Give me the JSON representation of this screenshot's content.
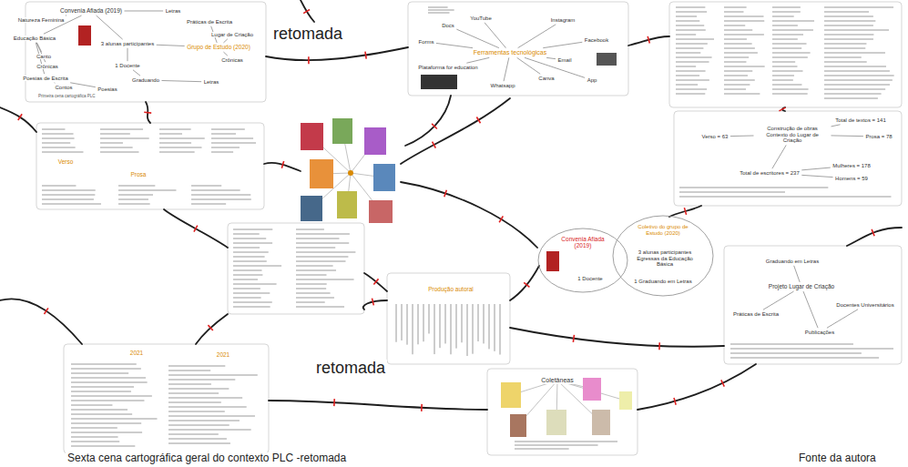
{
  "diagram": {
    "caption": "Sexta cena cartográfica geral do contexto PLC -retomada",
    "nodes": [
      {
        "text": [
          "Convenia Afiada (2019)"
        ]
      },
      {
        "text": [
          "Natureza Feminina"
        ]
      },
      {
        "text": [
          "Letras"
        ]
      },
      {
        "text": [
          "Educação Básica"
        ]
      },
      {
        "text": [
          "Canto"
        ]
      },
      {
        "text": [
          "Crônicas"
        ]
      },
      {
        "text": [
          "Poesias de Escrita"
        ]
      },
      {
        "text": [
          "Contos"
        ]
      },
      {
        "text": [
          "Poesias"
        ]
      },
      {
        "text": [
          "3 alunas participantes"
        ]
      },
      {
        "text": [
          "1 Docente"
        ]
      },
      {
        "text": [
          "Graduando"
        ]
      },
      {
        "text": [
          "Grupo de Estudo (2020)"
        ]
      },
      {
        "text": [
          "Práticas de Escrita"
        ]
      },
      {
        "text": [
          "Lugar de Criação"
        ]
      },
      {
        "text": [
          "Crônicas"
        ]
      },
      {
        "text": [
          "Letras"
        ]
      },
      {
        "text": [
          "Ferramentas tecnológicas"
        ]
      },
      {
        "text": [
          "Docs"
        ]
      },
      {
        "text": [
          "Forms"
        ]
      },
      {
        "text": [
          "Plataforma for education"
        ]
      },
      {
        "text": [
          "YouTube"
        ]
      },
      {
        "text": [
          "Instagram"
        ]
      },
      {
        "text": [
          "Facebook"
        ]
      },
      {
        "text": [
          "Email"
        ]
      },
      {
        "text": [
          "Whatsapp"
        ]
      },
      {
        "text": [
          "Canva"
        ]
      },
      {
        "text": [
          "App"
        ]
      },
      {
        "text": [
          "Convenia Afiada (2019)"
        ]
      },
      {
        "text": [
          "1 Docente"
        ],
        "in": 28
      },
      {
        "text": [
          "Coletivo do grupo de Estudo (2020)"
        ]
      },
      {
        "text": [
          "3 alunas participantes Egressas da Educação Básica"
        ],
        "in": 30
      },
      {
        "text": [
          "1 Graduando em Letras"
        ],
        "in": 30
      },
      {
        "text": [
          "Construção de obras Contexto do Lugar de Criação"
        ]
      },
      {
        "text": [
          "Total de textos = 141"
        ]
      },
      {
        "text": [
          "Prosa = 78"
        ]
      },
      {
        "text": [
          "Verso = 63"
        ]
      },
      {
        "text": [
          "Total de escritores = 237"
        ]
      },
      {
        "text": [
          "Mulheres = 178"
        ]
      },
      {
        "text": [
          "Homens = 59"
        ]
      },
      {
        "text": [
          "Produção autoral"
        ]
      },
      {
        "text": [
          "Publicações"
        ]
      },
      {
        "text": [
          "Projeto Lugar de Criação"
        ]
      },
      {
        "text": [
          "Graduando em Letras"
        ]
      },
      {
        "text": [
          "Práticas de Escrita"
        ]
      },
      {
        "text": [
          "Docentes Universitários"
        ]
      },
      {
        "text": [
          "Coletâneas"
        ]
      },
      {
        "text": [
          "2021"
        ]
      },
      {
        "text": [
          "2021"
        ]
      },
      {
        "text": [
          "Verso"
        ]
      },
      {
        "text": [
          "Prosa"
        ]
      }
    ],
    "edges": [
      {
        "from": 9,
        "to": 0,
        "arrow": "none"
      },
      {
        "from": 9,
        "to": 12,
        "arrow": "none"
      },
      {
        "from": 9,
        "to": 10,
        "arrow": "none"
      },
      {
        "from": 10,
        "to": 11,
        "arrow": "none"
      },
      {
        "from": 11,
        "to": 16,
        "arrow": "none"
      },
      {
        "from": 0,
        "to": 1,
        "arrow": "none"
      },
      {
        "from": 0,
        "to": 2,
        "arrow": "none"
      },
      {
        "from": 0,
        "to": 3,
        "arrow": "none"
      },
      {
        "from": 3,
        "to": 4,
        "arrow": "none"
      },
      {
        "from": 3,
        "to": 5,
        "arrow": "none"
      },
      {
        "from": 3,
        "to": 6,
        "arrow": "none"
      },
      {
        "from": 6,
        "to": 7,
        "arrow": "none"
      },
      {
        "from": 6,
        "to": 8,
        "arrow": "none"
      },
      {
        "from": 12,
        "to": 13,
        "arrow": "none"
      },
      {
        "from": 12,
        "to": 14,
        "arrow": "none"
      },
      {
        "from": 12,
        "to": 15,
        "arrow": "none"
      },
      {
        "from": 17,
        "to": 18,
        "arrow": "none"
      },
      {
        "from": 17,
        "to": 19,
        "arrow": "none"
      },
      {
        "from": 17,
        "to": 20,
        "arrow": "none"
      },
      {
        "from": 17,
        "to": 21,
        "arrow": "none"
      },
      {
        "from": 17,
        "to": 22,
        "arrow": "none"
      },
      {
        "from": 17,
        "to": 23,
        "arrow": "none"
      },
      {
        "from": 17,
        "to": 24,
        "arrow": "none"
      },
      {
        "from": 17,
        "to": 25,
        "arrow": "none"
      },
      {
        "from": 17,
        "to": 26,
        "arrow": "none"
      },
      {
        "from": 17,
        "to": 27,
        "arrow": "none"
      },
      {
        "from": 33,
        "to": 34,
        "arrow": "none"
      },
      {
        "from": 33,
        "to": 35,
        "arrow": "none"
      },
      {
        "from": 33,
        "to": 36,
        "arrow": "none"
      },
      {
        "from": 33,
        "to": 37,
        "arrow": "none"
      },
      {
        "from": 37,
        "to": 38,
        "arrow": "none"
      },
      {
        "from": 37,
        "to": 39,
        "arrow": "none"
      },
      {
        "from": 42,
        "to": 41,
        "arrow": "none"
      },
      {
        "from": 42,
        "to": 43,
        "arrow": "none"
      },
      {
        "from": 42,
        "to": 44,
        "arrow": "none"
      },
      {
        "from": 41,
        "to": 45,
        "arrow": "none"
      }
    ],
    "labels": [
      "retomada",
      "retomada",
      "Primeira cena cartográfica PLC",
      "Fonte da autora"
    ]
  }
}
